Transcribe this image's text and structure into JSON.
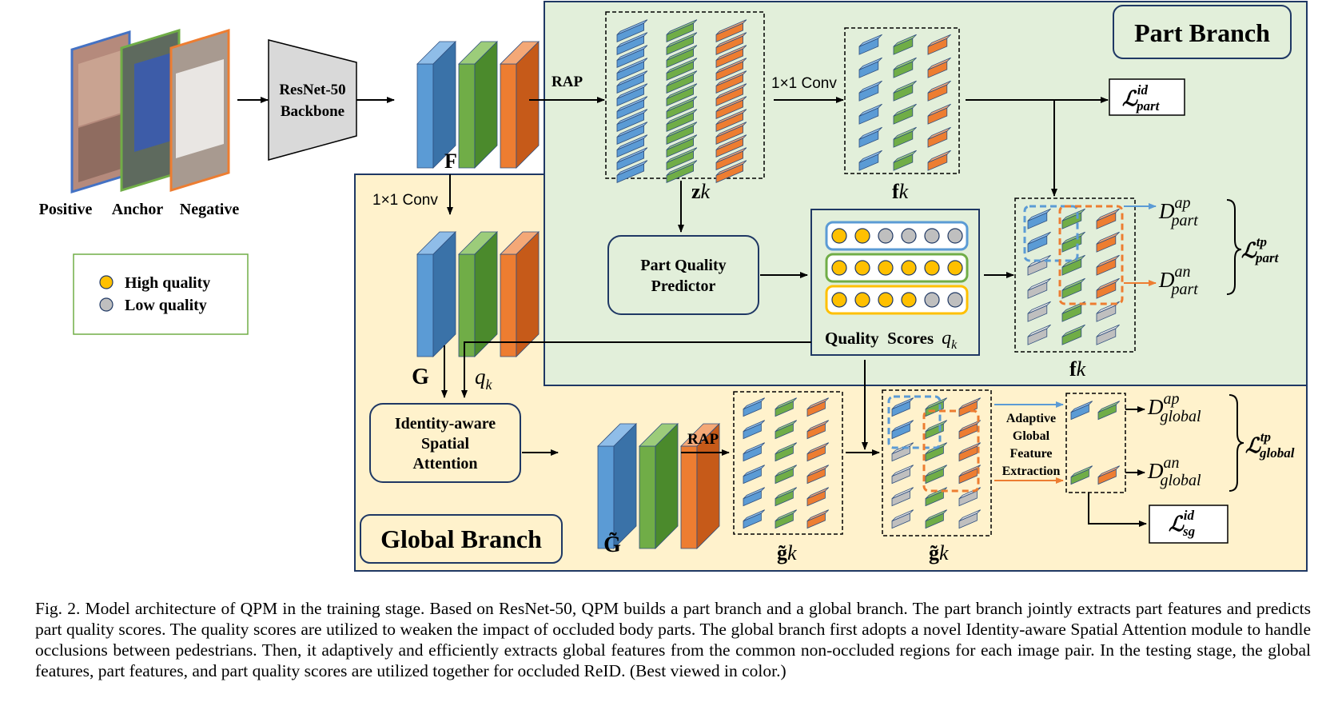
{
  "labels": {
    "positive": "Positive",
    "anchor": "Anchor",
    "negative": "Negative",
    "backbone_line1": "ResNet-50",
    "backbone_line2": "Backbone",
    "F": "F",
    "rap_top": "RAP",
    "conv_top": "1×1 Conv",
    "conv_left": "1×1 Conv",
    "part_branch": "Part Branch",
    "global_branch": "Global Branch",
    "legend_high": "High quality",
    "legend_low": "Low quality",
    "pqp_line1": "Part Quality",
    "pqp_line2": "Predictor",
    "quality_scores": "Quality  Scores",
    "qk_sym": "q",
    "qk_sub": "k",
    "G": "G",
    "G_tilde": "G̃",
    "isa_line1": "Identity-aware",
    "isa_line2": "Spatial",
    "isa_line3": "Attention",
    "rap_bottom": "RAP",
    "zk": "z",
    "fk": "f",
    "gk": "g̃",
    "k": "k",
    "agfe_line1": "Adaptive",
    "agfe_line2": "Global",
    "agfe_line3": "Feature",
    "agfe_line4": "Extraction",
    "L": "ℒ",
    "D": "D",
    "sup_id": "id",
    "sub_part": "part",
    "sub_sg": "sg",
    "sup_ap": "ap",
    "sup_an": "an",
    "sup_tp": "tp",
    "sub_global": "global"
  },
  "quality_rows": [
    [
      "high",
      "high",
      "low",
      "low",
      "low",
      "low"
    ],
    [
      "high",
      "high",
      "high",
      "high",
      "high",
      "high"
    ],
    [
      "high",
      "high",
      "high",
      "high",
      "low",
      "low"
    ]
  ],
  "colors": {
    "blue": "#5b9bd5",
    "green": "#70ad47",
    "orange": "#ed7d31",
    "part_bg": "#e2efda",
    "global_bg": "#fff2cc",
    "border": "#1f3864",
    "high": "#ffc000",
    "low": "#bfbfbf"
  },
  "caption": "Fig. 2.   Model architecture of QPM in the training stage. Based on ResNet-50, QPM builds a part branch and a global branch. The part branch jointly extracts part features and predicts part quality scores. The quality scores are utilized to weaken the impact of occluded body parts. The global branch first adopts a novel Identity-aware Spatial Attention module to handle occlusions between pedestrians. Then, it adaptively and efficiently extracts global features from the common non-occluded regions for each image pair. In the testing stage, the global features, part features, and part quality scores are utilized together for occluded ReID. (Best viewed in color.)"
}
